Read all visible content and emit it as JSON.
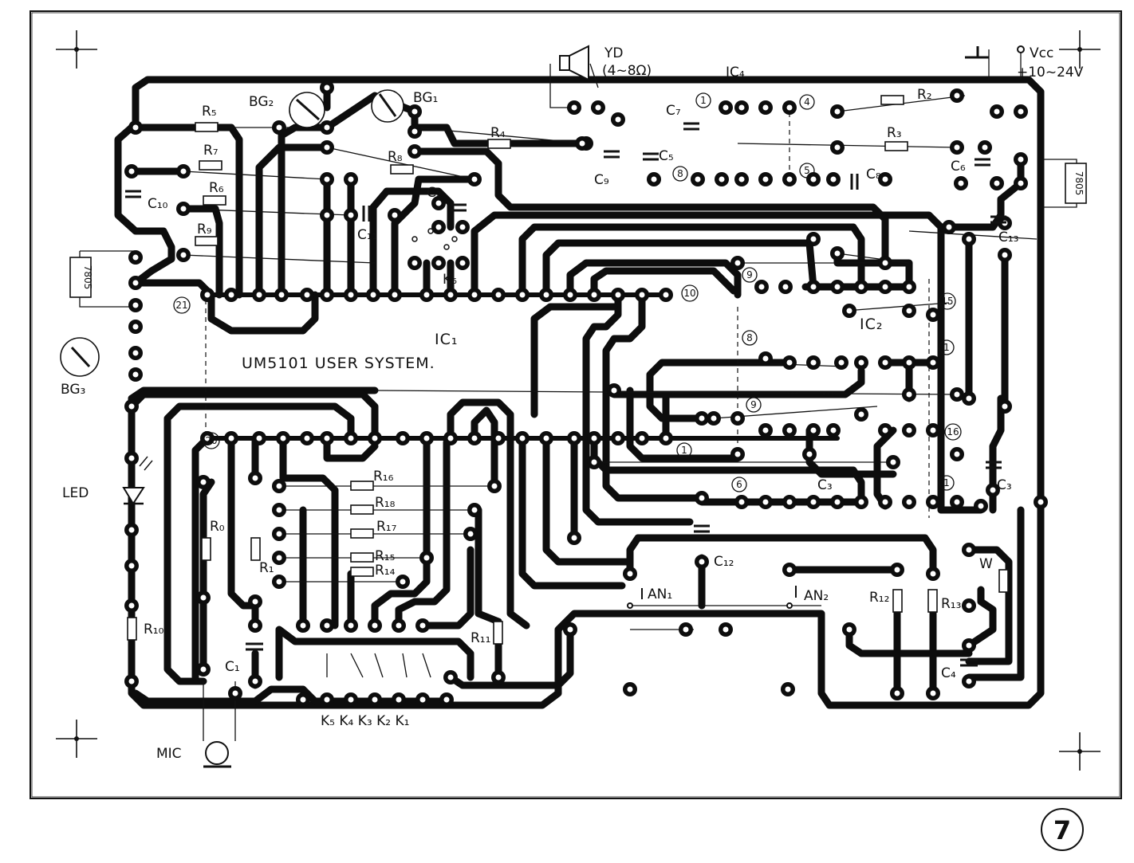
{
  "board": {
    "system_title": "UM5101 USER SYSTEM.",
    "page_number": "7"
  },
  "labels": {
    "yd": "YD",
    "yd_impedance": "(4~8Ω)",
    "ic4": "IC₄",
    "vcc": "Vcc",
    "vcc_range": "+10~24V",
    "bg1": "BG₁",
    "bg2": "BG₂",
    "bg3": "BG₃",
    "r2": "R₂",
    "r3": "R₃",
    "r4": "R₄",
    "r5": "R₅",
    "r6": "R₆",
    "r7": "R₇",
    "r8": "R₈",
    "r9": "R₉",
    "r10": "R₁₀",
    "r0": "R₀",
    "r1": "R₁",
    "r11": "R₁₁",
    "r12": "R₁₂",
    "r13": "R₁₃",
    "r14": "R₁₄",
    "r15": "R₁₅",
    "r16": "R₁₆",
    "r17": "R₁₇",
    "r18": "R₁₈",
    "c1": "C₁",
    "c2": "C₂",
    "c3": "C₃",
    "c3b": "C₃",
    "c4": "C₄",
    "c5": "C₅",
    "c6": "C₆",
    "c7": "C₇",
    "c8": "C₈",
    "c9": "C₉",
    "c10": "C₁₀",
    "c11": "C₁₁",
    "c12": "C₁₂",
    "c13": "C₁₃",
    "ic1": "IC₁",
    "ic2": "IC₂",
    "k6": "K₆",
    "keys": "K₅ K₄ K₃ K₂ K₁",
    "an1": "AN₁",
    "an2": "AN₂",
    "w": "W",
    "led": "LED",
    "mic": "MIC",
    "reg_left": "7805",
    "reg_right": "7805"
  },
  "pin_markers": {
    "p1a": "1",
    "p4": "4",
    "p8a": "8",
    "p5": "5",
    "p21": "21",
    "p20": "20",
    "p9a": "9",
    "p10": "10",
    "p15": "15",
    "p8b": "8",
    "p1b": "1",
    "p9b": "9",
    "p1c": "1",
    "p16": "16",
    "p6": "6",
    "p1d": "1"
  }
}
